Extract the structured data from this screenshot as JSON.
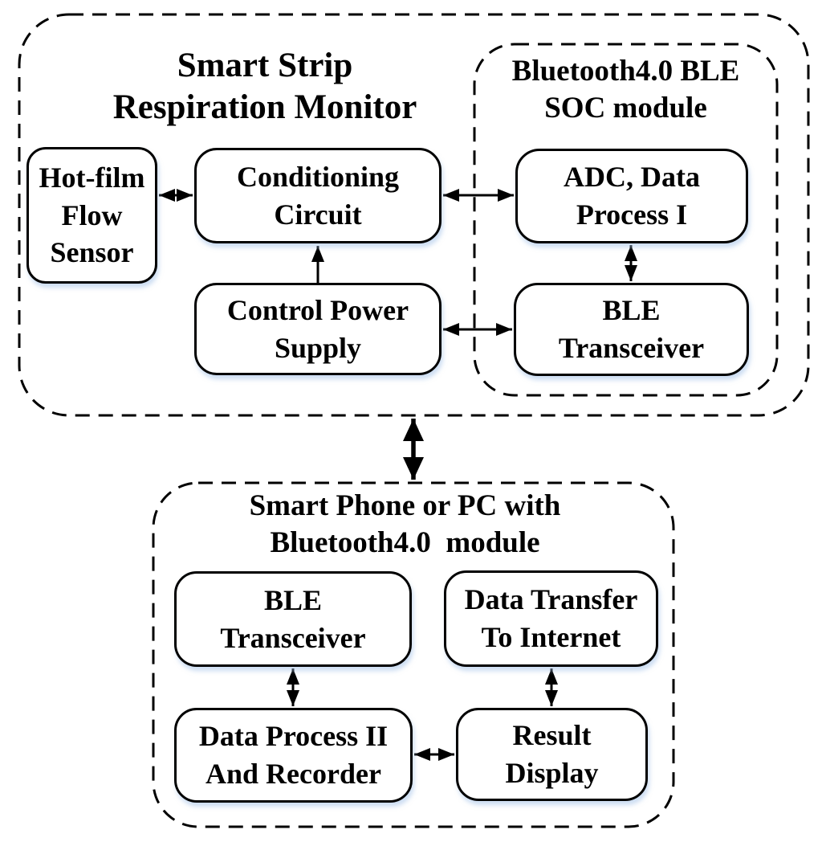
{
  "colors": {
    "background": "#ffffff",
    "line": "#000000",
    "text": "#000000",
    "box_fill": "#ffffff",
    "box_shadow": "#a3c1e8"
  },
  "top_system": {
    "title": "Smart Strip\nRespiration Monitor",
    "nodes": {
      "hot_film_flow_sensor": "Hot-film\nFlow\nSensor",
      "conditioning_circuit": "Conditioning\nCircuit",
      "control_power_supply": "Control Power\nSupply"
    },
    "soc_module": {
      "title": "Bluetooth4.0 BLE\nSOC module",
      "nodes": {
        "adc_data_process": "ADC, Data\nProcess I",
        "ble_transceiver": "BLE\nTransceiver"
      }
    }
  },
  "bottom_system": {
    "title": "Smart Phone or PC with\nBluetooth4.0  module",
    "nodes": {
      "ble_transceiver": "BLE\nTransceiver",
      "data_transfer_internet": "Data Transfer\nTo Internet",
      "data_process_recorder": "Data Process II\nAnd Recorder",
      "result_display": "Result\nDisplay"
    }
  },
  "connections": [
    {
      "from": "hot_film_flow_sensor",
      "to": "conditioning_circuit",
      "type": "bidirectional"
    },
    {
      "from": "conditioning_circuit",
      "to": "adc_data_process",
      "type": "bidirectional"
    },
    {
      "from": "control_power_supply",
      "to": "conditioning_circuit",
      "type": "unidirectional"
    },
    {
      "from": "adc_data_process",
      "to": "ble_transceiver",
      "type": "bidirectional"
    },
    {
      "from": "control_power_supply",
      "to": "ble_transceiver",
      "type": "bidirectional"
    },
    {
      "from": "top_system",
      "to": "bottom_system",
      "type": "bidirectional"
    },
    {
      "from": "ble_transceiver_phone",
      "to": "data_process_recorder",
      "type": "bidirectional"
    },
    {
      "from": "data_transfer_internet",
      "to": "result_display",
      "type": "bidirectional"
    },
    {
      "from": "data_process_recorder",
      "to": "result_display",
      "type": "bidirectional"
    }
  ]
}
